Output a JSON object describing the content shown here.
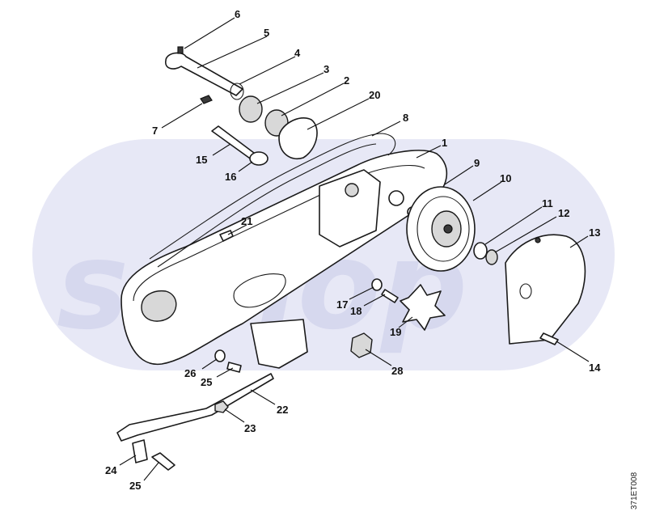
{
  "watermark": {
    "text": "sehop",
    "color": "#c9cbe8"
  },
  "drawing_code": "371ET008",
  "callouts": {
    "p1": "1",
    "p2": "2",
    "p3": "3",
    "p4": "4",
    "p5": "5",
    "p6": "6",
    "p7": "7",
    "p8": "8",
    "p9": "9",
    "p10": "10",
    "p11": "11",
    "p12": "12",
    "p13": "13",
    "p14": "14",
    "p15": "15",
    "p16": "16",
    "p17": "17",
    "p18": "18",
    "p19": "19",
    "p20": "20",
    "p21": "21",
    "p22": "22",
    "p23": "23",
    "p24": "24",
    "p25a": "25",
    "p25b": "25",
    "p26": "26",
    "p28": "28"
  }
}
